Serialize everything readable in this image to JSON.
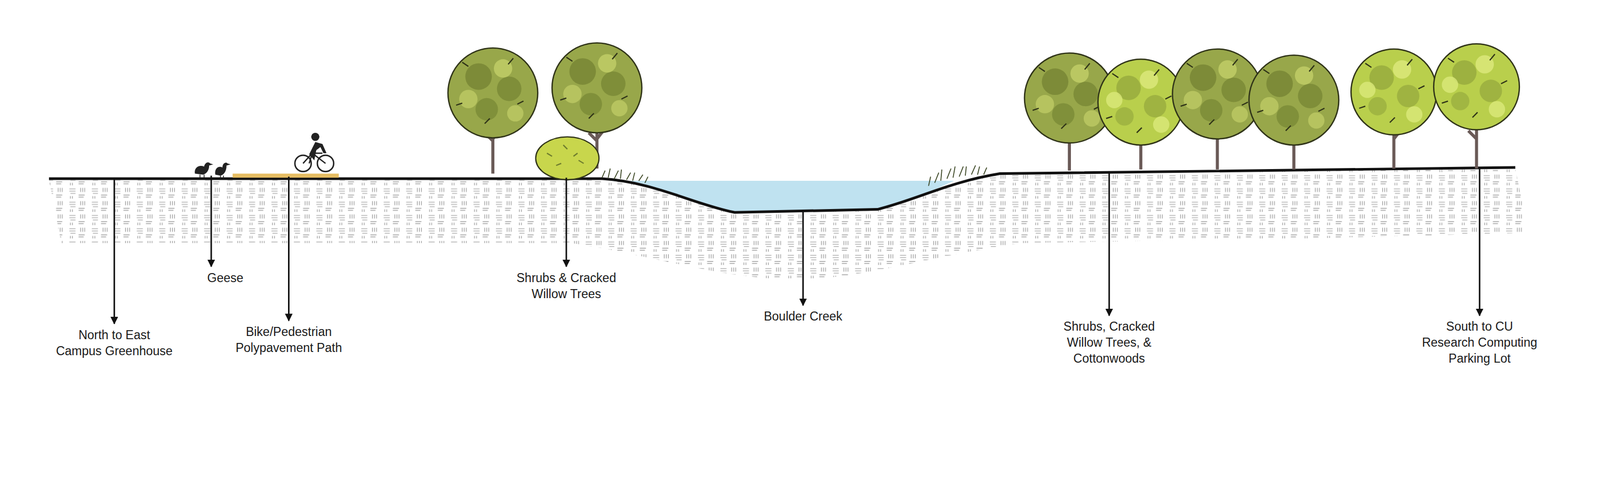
{
  "diagram": {
    "labels": [
      "North to East Campus Greenhouse",
      "Geese",
      "Bike/Pedestrian Polypavement Path",
      "Shrubs & Cracked Willow Trees",
      "Boulder Creek",
      "Shrubs, Cracked Willow Trees, & Cottonwoods",
      "South to CU Research Computing Parking Lot"
    ]
  }
}
